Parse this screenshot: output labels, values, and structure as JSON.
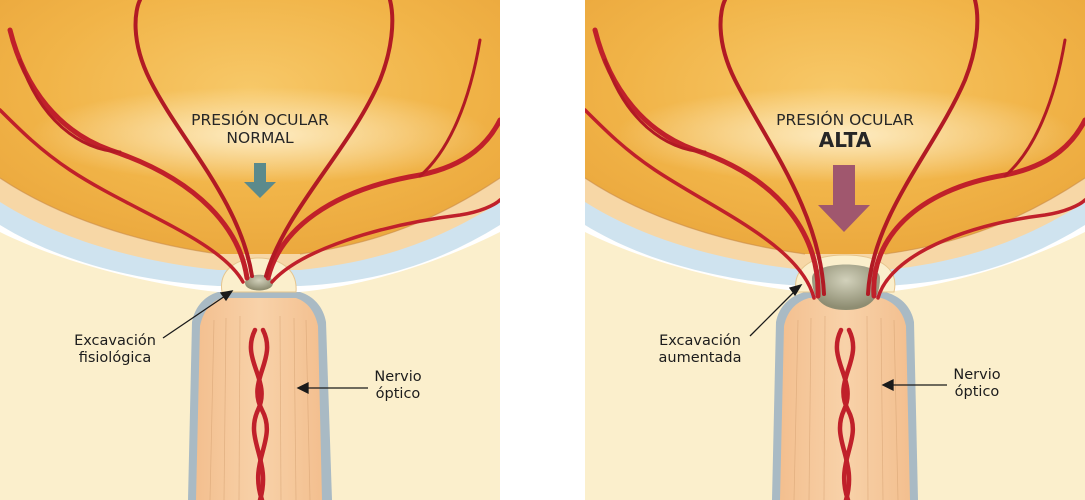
{
  "panels": [
    {
      "title_line1": "PRESIÓN OCULAR",
      "title_line2": "NORMAL",
      "cup_label_line1": "Excavación",
      "cup_label_line2": "fisiológica",
      "nerve_label_line1": "Nervio",
      "nerve_label_line2": "óptico",
      "pressure_level": "normal",
      "arrow_color": "#5b8a8c"
    },
    {
      "title_line1": "PRESIÓN OCULAR",
      "title_line2": "ALTA",
      "cup_label_line1": "Excavación",
      "cup_label_line2": "aumentada",
      "nerve_label_line1": "Nervio",
      "nerve_label_line2": "óptico",
      "pressure_level": "alta",
      "arrow_color": "#a0576e"
    }
  ],
  "colors": {
    "interior": "#f1b64a",
    "sclera": "#f7d7a6",
    "choroid_blue": "#cfe3ef",
    "outer_cream": "#fbefcc",
    "nerve": "#f6c99c",
    "nerve_sheath": "#a9bac4",
    "vessel": "#c0202a",
    "cup": "#a6a58a"
  }
}
